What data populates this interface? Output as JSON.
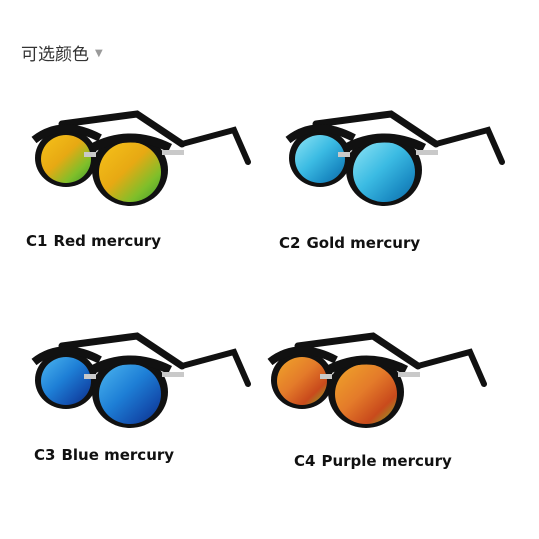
{
  "header": {
    "title": "可选颜色",
    "toggle_icon": "triangle-down-icon"
  },
  "variants": [
    {
      "code": "C1",
      "name": "Red mercury",
      "lens_colors": [
        "#f6c21a",
        "#e7a913",
        "#7fbf2a",
        "#3f9a2f"
      ]
    },
    {
      "code": "C2",
      "name": "Gold mercury",
      "lens_colors": [
        "#8ee4f5",
        "#3bbbe3",
        "#1d8fc6",
        "#0f6aa6"
      ]
    },
    {
      "code": "C3",
      "name": "Blue mercury",
      "lens_colors": [
        "#4cb6f0",
        "#1e7fd6",
        "#1452b1",
        "#0b2e86"
      ]
    },
    {
      "code": "C4",
      "name": "Purple mercury",
      "lens_colors": [
        "#f0a52a",
        "#e47b2a",
        "#c94a1c",
        "#7fb52a"
      ]
    }
  ],
  "frame_color": "#111111",
  "hinge_color": "#c9c9c9"
}
